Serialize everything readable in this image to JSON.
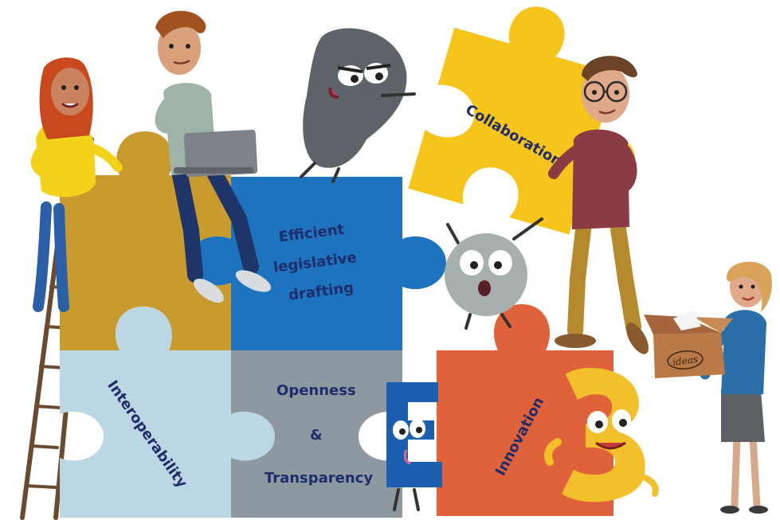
{
  "puzzle_labels": {
    "efficient": [
      "Efficient",
      "legislative",
      "drafting"
    ],
    "collaboration": "Collaboration",
    "interoperability": "Interoperability",
    "openness": [
      "Openness",
      "&",
      "Transparency"
    ],
    "innovation": "Innovation"
  },
  "box_label": "ideas",
  "colors": {
    "ochre": "#c99a2e",
    "blue": "#1e73be",
    "yellow": "#f5c51c",
    "light_blue": "#bcd7e4",
    "grey": "#8e98a1",
    "orange": "#e0623a",
    "text": "#1f2d6b"
  }
}
